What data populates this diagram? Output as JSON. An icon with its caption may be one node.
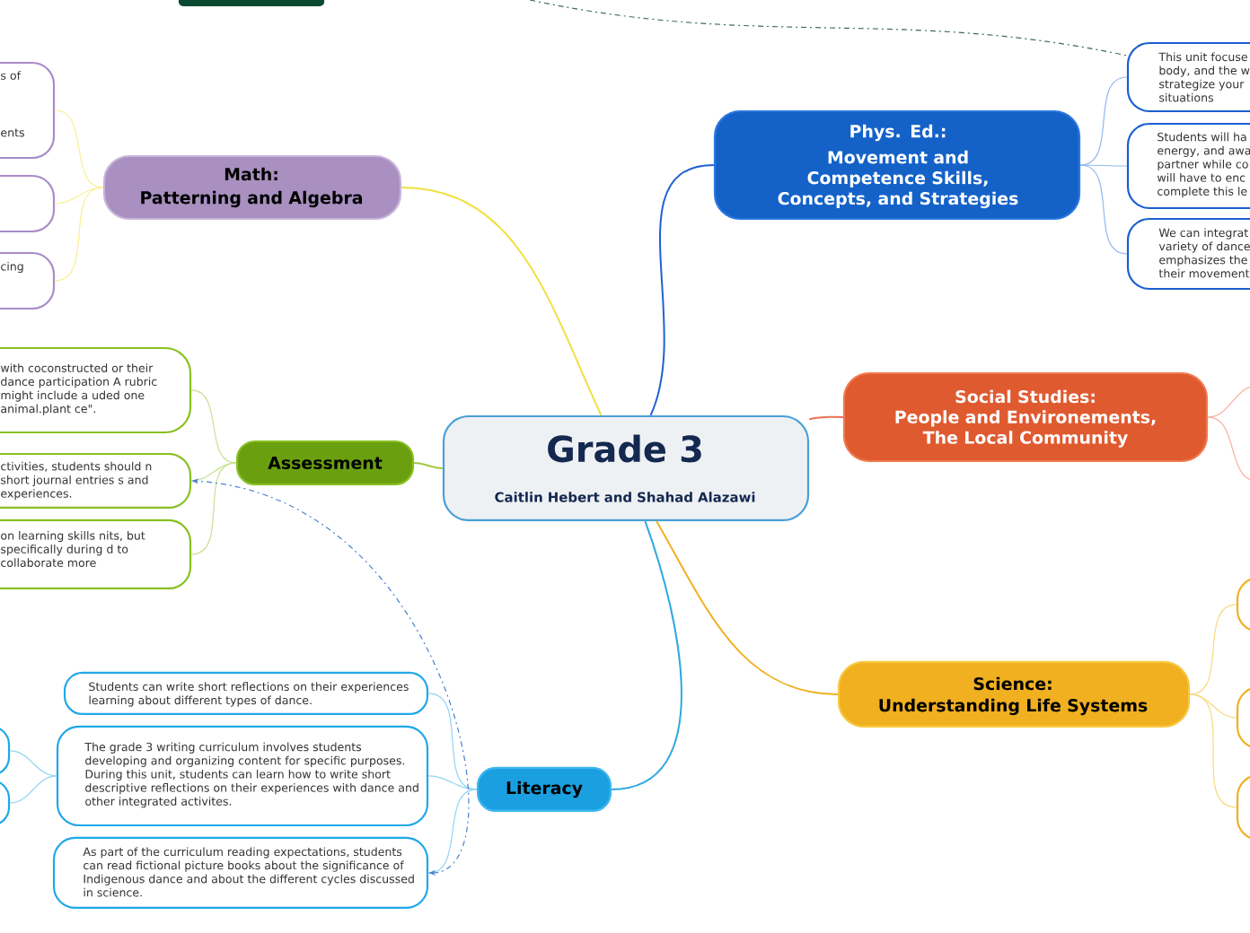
{
  "diagram": {
    "nodes": [
      {
        "text": [
          "Grade 3",
          "Caitlin Hebert and Shahad Alazawi"
        ]
      },
      {
        "text": [
          "Math:",
          "Patterning and Algebra"
        ]
      },
      {
        "text": [
          "s of",
          "ents"
        ]
      },
      {
        "text": [],
        "shape": "box"
      },
      {
        "text": [
          "cing"
        ]
      },
      {
        "text": [
          "Phys. Ed.:",
          "Movement and Competence Skills, Concepts, and Strategies"
        ]
      },
      {
        "text": [
          "This unit focuse body, and the w strategize your situations"
        ]
      },
      {
        "text": [
          "Students will ha energy, and awa partner while co will have to enc complete this le"
        ]
      },
      {
        "text": [
          "We can integrat variety of dance emphasizes the their movement"
        ]
      },
      {
        "text": [
          "Social Studies:",
          "People and Environements, The Local Community"
        ]
      },
      {
        "text": [
          "Science:",
          "Understanding Life Systems"
        ]
      },
      {
        "text": [],
        "shape": "box"
      },
      {
        "text": [],
        "shape": "box"
      },
      {
        "text": [],
        "shape": "box"
      },
      {
        "text": [
          "Assessment"
        ]
      },
      {
        "text": [
          "with coconstructed or their dance participation A rubric might include a uded one animal.plant ce\"."
        ]
      },
      {
        "text": [
          "ctivities, students should n short journal entries s and experiences."
        ]
      },
      {
        "text": [
          "on learning skills nits, but specifically during d to collaborate more"
        ]
      },
      {
        "text": [
          "Literacy"
        ]
      },
      {
        "text": [
          "Students can write short reflections on their experiences learning about different types of dance."
        ]
      },
      {
        "text": [
          "The grade 3 writing curriculum involves students developing and organizing content for specific purposes. During this unit, students can learn how to write short descriptive reflections on their experiences with dance and other integrated activites."
        ]
      },
      {
        "text": [
          "As part of the curriculum reading expectations, students can read fictional picture books about the significance of Indigenous dance and about the different cycles discussed in science."
        ]
      },
      {
        "text": [],
        "shape": "box"
      },
      {
        "text": [],
        "shape": "box"
      },
      {
        "text": [],
        "shape": "box"
      }
    ],
    "edges": [
      {
        "from": 0,
        "to": 1,
        "arrow": "none",
        "color": "#f0e040"
      },
      {
        "from": 0,
        "to": 5,
        "arrow": "none",
        "color": "#2060d0"
      },
      {
        "from": 0,
        "to": 9,
        "arrow": "none",
        "color": "#f07050"
      },
      {
        "from": 0,
        "to": 10,
        "arrow": "none",
        "color": "#f0b020"
      },
      {
        "from": 0,
        "to": 14,
        "arrow": "none",
        "color": "#a0c840"
      },
      {
        "from": 0,
        "to": 18,
        "arrow": "none",
        "color": "#30a8e0"
      },
      {
        "from": 1,
        "to": 2,
        "arrow": "none",
        "color": "#f8f090"
      },
      {
        "from": 1,
        "to": 3,
        "arrow": "none",
        "color": "#f8f090"
      },
      {
        "from": 1,
        "to": 4,
        "arrow": "none",
        "color": "#f8f090"
      },
      {
        "from": 5,
        "to": 6,
        "arrow": "none",
        "color": "#90b8f0"
      },
      {
        "from": 5,
        "to": 7,
        "arrow": "none",
        "color": "#90b8f0"
      },
      {
        "from": 5,
        "to": 8,
        "arrow": "none",
        "color": "#90b8f0"
      },
      {
        "from": 9,
        "to": null,
        "arrow": "none",
        "color": "#f8b0a0"
      },
      {
        "from": 9,
        "to": null,
        "arrow": "none",
        "color": "#f8b0a0"
      },
      {
        "from": 10,
        "to": 11,
        "arrow": "none",
        "color": "#f8d880"
      },
      {
        "from": 10,
        "to": 12,
        "arrow": "none",
        "color": "#f8d880"
      },
      {
        "from": 10,
        "to": 13,
        "arrow": "none",
        "color": "#f8d880"
      },
      {
        "from": 14,
        "to": 15,
        "arrow": "none",
        "color": "#c8e090"
      },
      {
        "from": 14,
        "to": 16,
        "arrow": "none",
        "color": "#c8e090"
      },
      {
        "from": 14,
        "to": 17,
        "arrow": "none",
        "color": "#c8e090"
      },
      {
        "from": 18,
        "to": 19,
        "arrow": "none",
        "color": "#90d4f4"
      },
      {
        "from": 18,
        "to": 20,
        "arrow": "none",
        "color": "#90d4f4"
      },
      {
        "from": 18,
        "to": 21,
        "arrow": "none",
        "color": "#90d4f4"
      },
      {
        "from": 20,
        "to": 22,
        "arrow": "none",
        "color": "#90d4f4"
      },
      {
        "from": 20,
        "to": 23,
        "arrow": "none",
        "color": "#90d4f4"
      },
      {
        "from": 21,
        "to": 16,
        "arrow": "both",
        "style": "dashed",
        "color": "#4a80d0"
      },
      {
        "from": null,
        "to": 6,
        "arrow": "none",
        "style": "dashed",
        "color": "#3d6b5a"
      }
    ]
  }
}
